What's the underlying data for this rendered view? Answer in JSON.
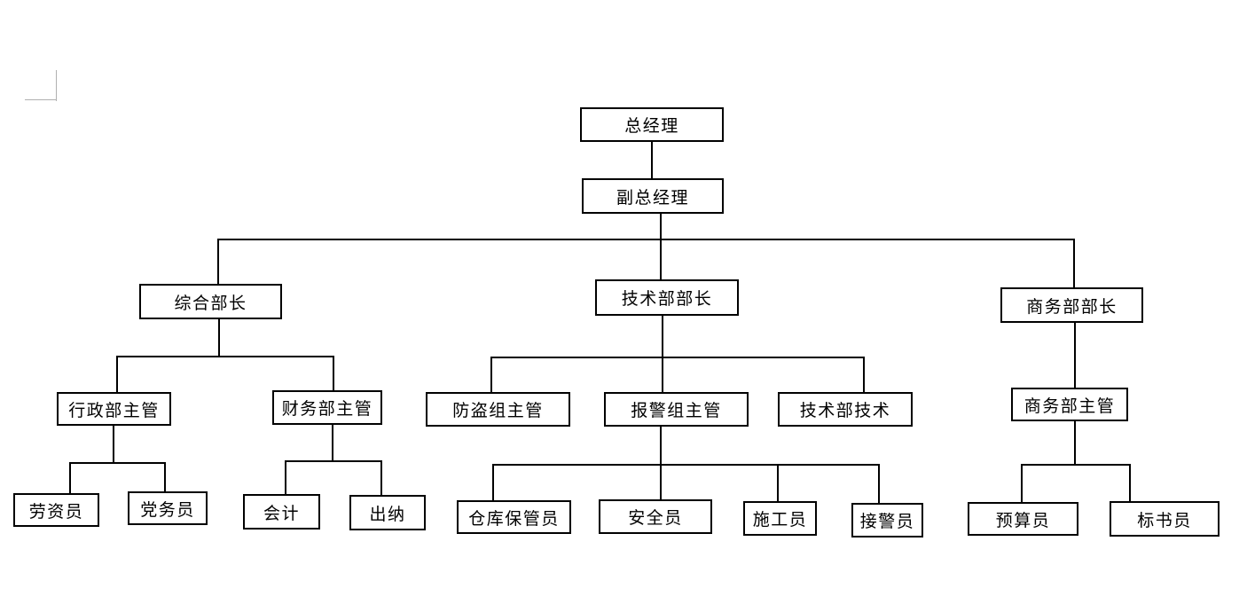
{
  "page": {
    "background": "#ffffff",
    "description": "Organization chart on a white document page"
  },
  "colors": {
    "connector_line": "#000000",
    "box_border": "#000000",
    "box_fill": "#ffffff",
    "text": "#000000",
    "page_margin_mark": "#b0b0b0"
  },
  "diagram": {
    "type": "org-chart",
    "nodes": [
      {
        "id": "general-manager",
        "label": "总经理",
        "parent": null
      },
      {
        "id": "deputy-general-manager",
        "label": "副总经理",
        "parent": "general-manager"
      },
      {
        "id": "general-affairs-director",
        "label": "综合部长",
        "parent": "deputy-general-manager"
      },
      {
        "id": "technical-dept-director",
        "label": "技术部部长",
        "parent": "deputy-general-manager"
      },
      {
        "id": "business-dept-director",
        "label": "商务部部长",
        "parent": "deputy-general-manager"
      },
      {
        "id": "admin-dept-supervisor",
        "label": "行政部主管",
        "parent": "general-affairs-director"
      },
      {
        "id": "finance-dept-supervisor",
        "label": "财务部主管",
        "parent": "general-affairs-director"
      },
      {
        "id": "anti-theft-group-supervisor",
        "label": "防盗组主管",
        "parent": "technical-dept-director"
      },
      {
        "id": "alarm-group-supervisor",
        "label": "报警组主管",
        "parent": "technical-dept-director"
      },
      {
        "id": "technical-dept-technician",
        "label": "技术部技术",
        "parent": "technical-dept-director"
      },
      {
        "id": "business-dept-supervisor",
        "label": "商务部主管",
        "parent": "business-dept-director"
      },
      {
        "id": "labor-wage-clerk",
        "label": "劳资员",
        "parent": "admin-dept-supervisor"
      },
      {
        "id": "party-affairs-clerk",
        "label": "党务员",
        "parent": "admin-dept-supervisor"
      },
      {
        "id": "accountant",
        "label": "会计",
        "parent": "finance-dept-supervisor"
      },
      {
        "id": "cashier",
        "label": "出纳",
        "parent": "finance-dept-supervisor"
      },
      {
        "id": "warehouse-keeper",
        "label": "仓库保管员",
        "parent": "alarm-group-supervisor"
      },
      {
        "id": "safety-officer",
        "label": "安全员",
        "parent": "alarm-group-supervisor"
      },
      {
        "id": "construction-worker",
        "label": "施工员",
        "parent": "alarm-group-supervisor"
      },
      {
        "id": "alarm-operator",
        "label": "接警员",
        "parent": "alarm-group-supervisor"
      },
      {
        "id": "budget-officer",
        "label": "预算员",
        "parent": "business-dept-supervisor"
      },
      {
        "id": "bid-document-clerk",
        "label": "标书员",
        "parent": "business-dept-supervisor"
      }
    ]
  }
}
